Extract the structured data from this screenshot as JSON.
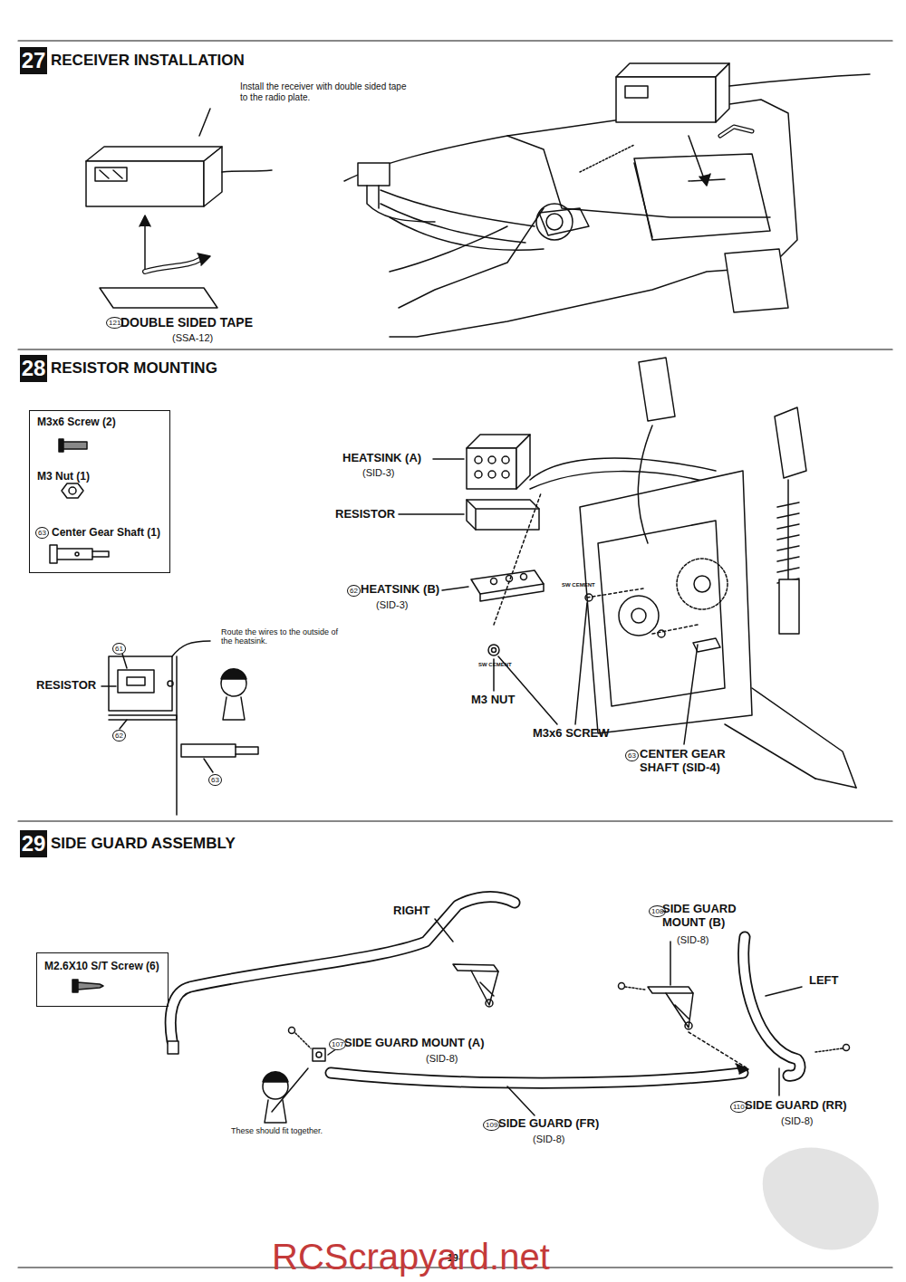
{
  "diagram": {
    "nodes": [
      {
        "text": [
          "27",
          "RECEIVER INSTALLATION"
        ]
      },
      {
        "text": [
          "28",
          "RESISTOR MOUNTING"
        ]
      },
      {
        "text": [
          "M3x6 Screw (2)",
          "M3 Nut (1)",
          "63",
          "Center Gear Shaft (1)"
        ]
      },
      {
        "text": [
          "29",
          "SIDE GUARD ASSEMBLY"
        ]
      },
      {
        "text": [
          "M2.6X10 S/T Screw (6)"
        ]
      }
    ],
    "labels": [
      "Install the receiver with double sided tape to the radio plate.",
      "121",
      "DOUBLE SIDED TAPE",
      "(SSA-12)",
      "HEATSINK (A)",
      "(SID-3)",
      "RESISTOR",
      "62",
      "HEATSINK (B)",
      "(SID-3)",
      "SW CEMENT",
      "SW CEMENT",
      "M3 NUT",
      "M3x6 SCREW",
      "63",
      "CENTER GEAR SHAFT (SID-4)",
      "61",
      "Route the wires to the outside of the heatsink.",
      "RESISTOR",
      "62",
      "63",
      "RIGHT",
      "108",
      "SIDE GUARD MOUNT (B)",
      "(SID-8)",
      "LEFT",
      "107",
      "SIDE GUARD MOUNT (A)",
      "(SID-8)",
      "These should fit together.",
      "109",
      "SIDE GUARD (FR)",
      "(SID-8)",
      "110",
      "SIDE GUARD (RR)",
      "(SID-8)",
      "-19-",
      "RCScrapyard.net"
    ]
  }
}
